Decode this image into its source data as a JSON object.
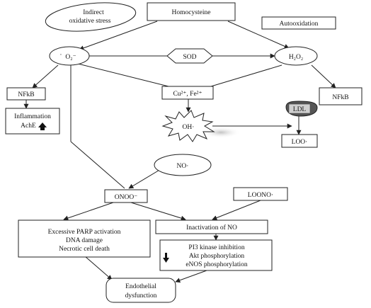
{
  "nodes": {
    "homocysteine": "Homocysteine",
    "indirect_stress_line1": "Indirect",
    "indirect_stress_line2": "oxidative stress",
    "autooxidation": "Autooxidation",
    "superoxide": "O₂⁻",
    "superoxide_dot": "·",
    "sod": "SOD",
    "h2o2": "H₂O₂",
    "nfkb_left": "NFkB",
    "nfkb_right": "NFkB",
    "metals": "Cu²⁺, Fe²⁺",
    "inflammation_line1": "Inflammation",
    "inflammation_line2": "AchE",
    "ldl": "LDL",
    "hydroxyl": "OH·",
    "loo": "LOO·",
    "no": "NO·",
    "onoo": "ONOO⁻",
    "loono": "LOONO·",
    "parp_line1": "Excessive PARP activation",
    "parp_line2": "DNA damage",
    "parp_line3": "Necrotic cell death",
    "inactivation_no": "Inactivation of NO",
    "pi3_line1": "PI3 kinase inhibition",
    "pi3_line2": "Akt phosphorylation",
    "pi3_line3": "eNOS phosphorylation",
    "endothelial_line1": "Endothelial",
    "endothelial_line2": "dysfunction"
  },
  "icons": {
    "up_arrow": "up-arrow-icon",
    "down_arrow": "down-arrow-icon"
  },
  "colors": {
    "line": "#222222",
    "ldl_fill": "#555555",
    "ldl_inner": "#d0d0d0",
    "smear": "#cccccc"
  }
}
